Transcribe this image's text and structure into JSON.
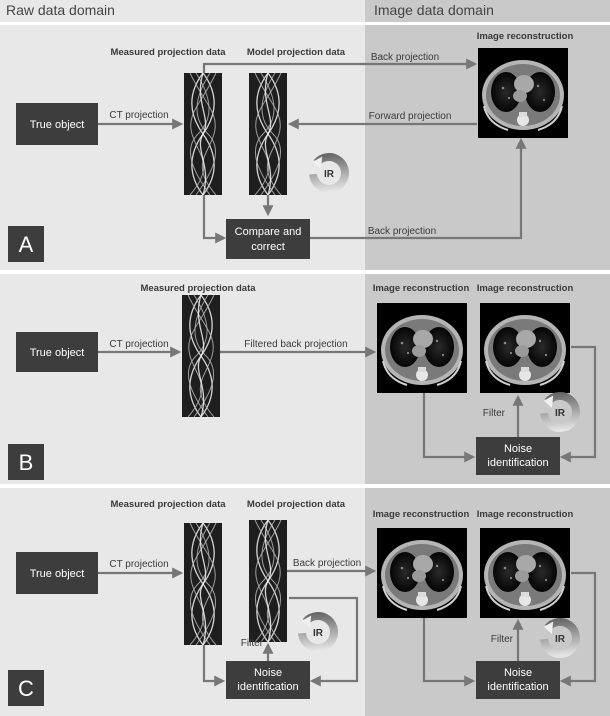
{
  "domains": {
    "raw": "Raw data domain",
    "image": "Image data domain"
  },
  "panel_a": {
    "letter": "A",
    "true_object": "True object",
    "ct_projection": "CT projection",
    "measured_projection_data": "Measured projection data",
    "model_projection_data": "Model projection data",
    "back_projection_top": "Back projection",
    "forward_projection": "Forward projection",
    "image_reconstruction": "Image reconstruction",
    "ir": "IR",
    "compare_line1": "Compare and",
    "compare_line2": "correct",
    "back_projection_bottom": "Back projection"
  },
  "panel_b": {
    "letter": "B",
    "true_object": "True object",
    "ct_projection": "CT projection",
    "measured_projection_data": "Measured projection data",
    "filtered_back_projection": "Filtered back projection",
    "image_reconstruction_1": "Image reconstruction",
    "image_reconstruction_2": "Image reconstruction",
    "filter": "Filter",
    "ir": "IR",
    "noise_line1": "Noise",
    "noise_line2": "identification"
  },
  "panel_c": {
    "letter": "C",
    "true_object": "True object",
    "ct_projection": "CT projection",
    "measured_projection_data": "Measured projection data",
    "model_projection_data": "Model projection data",
    "back_projection": "Back projection",
    "image_reconstruction_1": "Image reconstruction",
    "image_reconstruction_2": "Image reconstruction",
    "filter_left": "Filter",
    "ir_left": "IR",
    "noise_left_line1": "Noise",
    "noise_left_line2": "identification",
    "filter_right": "Filter",
    "ir_right": "IR",
    "noise_right_line1": "Noise",
    "noise_right_line2": "identification"
  },
  "colors": {
    "raw_background": "#e8e8e8",
    "image_background": "#c9c9c9",
    "dark_box": "#3d3d3d",
    "arrow": "#777777"
  }
}
